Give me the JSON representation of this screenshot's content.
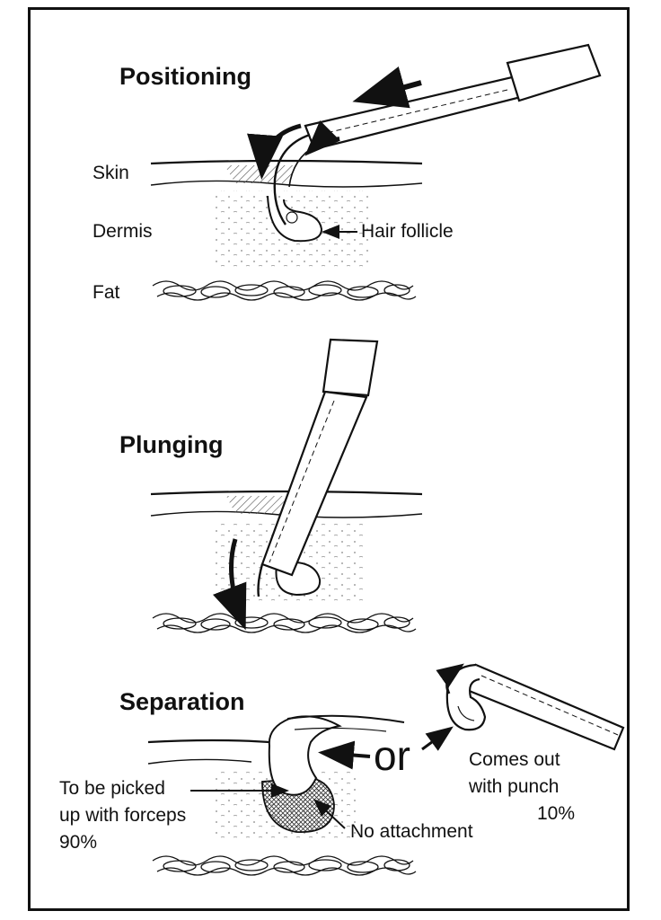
{
  "titles": {
    "positioning": "Positioning",
    "plunging": "Plunging",
    "separation": "Separation"
  },
  "labels": {
    "skin": "Skin",
    "dermis": "Dermis",
    "fat": "Fat",
    "hair_follicle": "Hair follicle",
    "or": "or",
    "comes_out_line1": "Comes out",
    "comes_out_line2": "with punch",
    "comes_out_pct": "10%",
    "picked_line1": "To be picked",
    "picked_line2": "up with forceps",
    "picked_pct": "90%",
    "no_attachment": "No attachment"
  },
  "colors": {
    "ink": "#111111",
    "background": "#ffffff",
    "hatch": "#777777"
  }
}
